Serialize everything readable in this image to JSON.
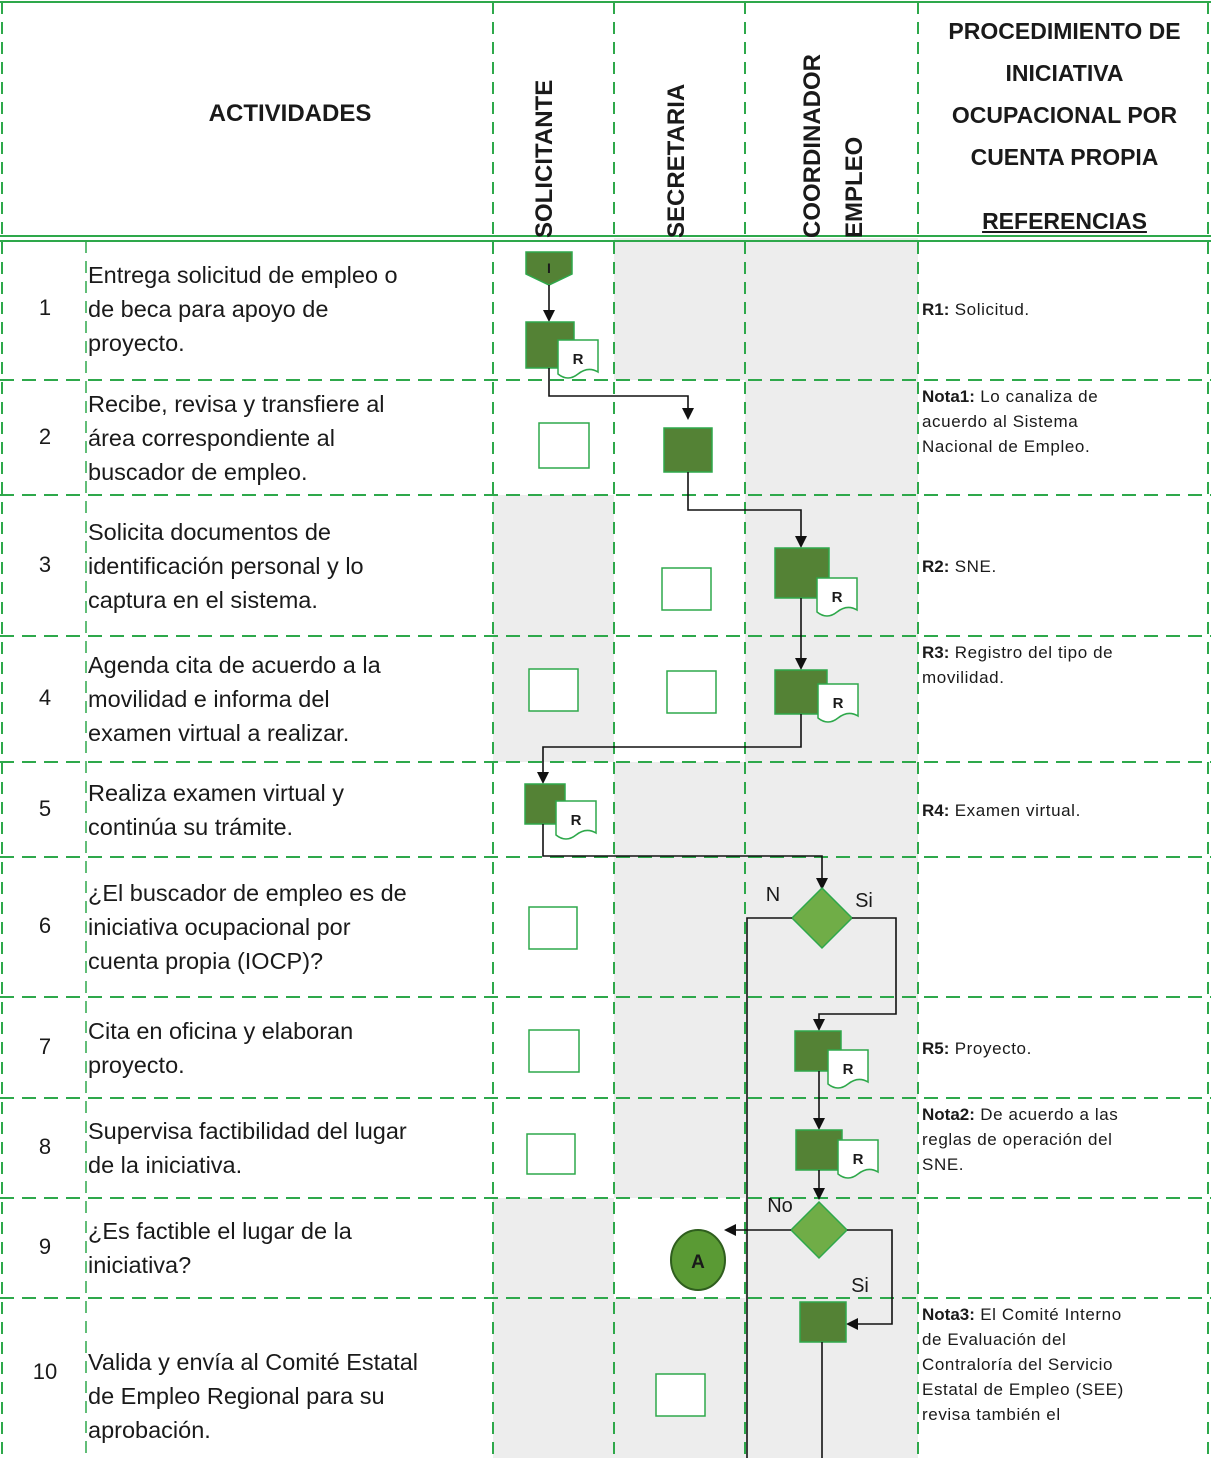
{
  "header": {
    "activities": "ACTIVIDADES",
    "lanes": [
      "SOLICITANTE",
      "SECRETARIA",
      "COORDINADOR",
      "EMPLEO"
    ],
    "procedure_lines": [
      "PROCEDIMIENTO DE",
      "INICIATIVA",
      "OCUPACIONAL POR",
      "CUENTA PROPIA"
    ],
    "references": "REFERENCIAS"
  },
  "rows": [
    {
      "num": "1",
      "lines": [
        "Entrega solicitud de empleo o",
        "de beca para apoyo de",
        "proyecto."
      ],
      "ref_bold": "R1:",
      "ref_lines": [
        " Solicitud."
      ]
    },
    {
      "num": "2",
      "lines": [
        "Recibe, revisa y transfiere al",
        "área correspondiente al",
        "buscador de empleo."
      ],
      "ref_bold": "Nota1:",
      "ref_lines": [
        " Lo canaliza de",
        "acuerdo al Sistema",
        "Nacional de Empleo."
      ]
    },
    {
      "num": "3",
      "lines": [
        "Solicita documentos de",
        "identificación personal y lo",
        "captura en el sistema."
      ],
      "ref_bold": "R2:",
      "ref_lines": [
        " SNE."
      ]
    },
    {
      "num": "4",
      "lines": [
        "Agenda cita de acuerdo a la",
        "movilidad e informa del",
        "examen virtual a realizar."
      ],
      "ref_bold": "R3:",
      "ref_lines": [
        " Registro del tipo de",
        "movilidad."
      ]
    },
    {
      "num": "5",
      "lines": [
        "Realiza examen virtual y",
        "continúa su trámite."
      ],
      "ref_bold": "R4:",
      "ref_lines": [
        " Examen virtual."
      ]
    },
    {
      "num": "6",
      "lines": [
        "¿El buscador de empleo es de",
        "iniciativa ocupacional por",
        "cuenta propia (IOCP)?"
      ],
      "ref_bold": "",
      "ref_lines": []
    },
    {
      "num": "7",
      "lines": [
        "Cita en oficina y elaboran",
        "proyecto."
      ],
      "ref_bold": "R5:",
      "ref_lines": [
        " Proyecto."
      ]
    },
    {
      "num": "8",
      "lines": [
        "Supervisa factibilidad del lugar",
        "de la iniciativa."
      ],
      "ref_bold": "Nota2:",
      "ref_lines": [
        " De acuerdo a las",
        "reglas de operación del",
        "SNE."
      ]
    },
    {
      "num": "9",
      "lines": [
        "¿Es factible el lugar  de la",
        "iniciativa?"
      ],
      "ref_bold": "",
      "ref_lines": []
    },
    {
      "num": "10",
      "lines": [
        "Valida y envía al Comité Estatal",
        "de Empleo Regional para su",
        "aprobación."
      ],
      "ref_bold": "Nota3:",
      "ref_lines": [
        " El Comité Interno",
        "de Evaluación del",
        "Contraloría del Servicio",
        "Estatal de Empleo (SEE)",
        "revisa también el"
      ]
    }
  ],
  "flow": {
    "start_label": "I",
    "doc_label": "R",
    "decision1_no": "N",
    "decision1_yes": "Si",
    "decision2_no": "No",
    "decision2_yes": "Si",
    "connector_label": "A"
  },
  "colors": {
    "accent_green": "#2ea84b",
    "task_fill": "#548235",
    "decision_fill": "#70ad47",
    "lane_shade": "#ededed",
    "connector_fill": "#5a9a34"
  }
}
